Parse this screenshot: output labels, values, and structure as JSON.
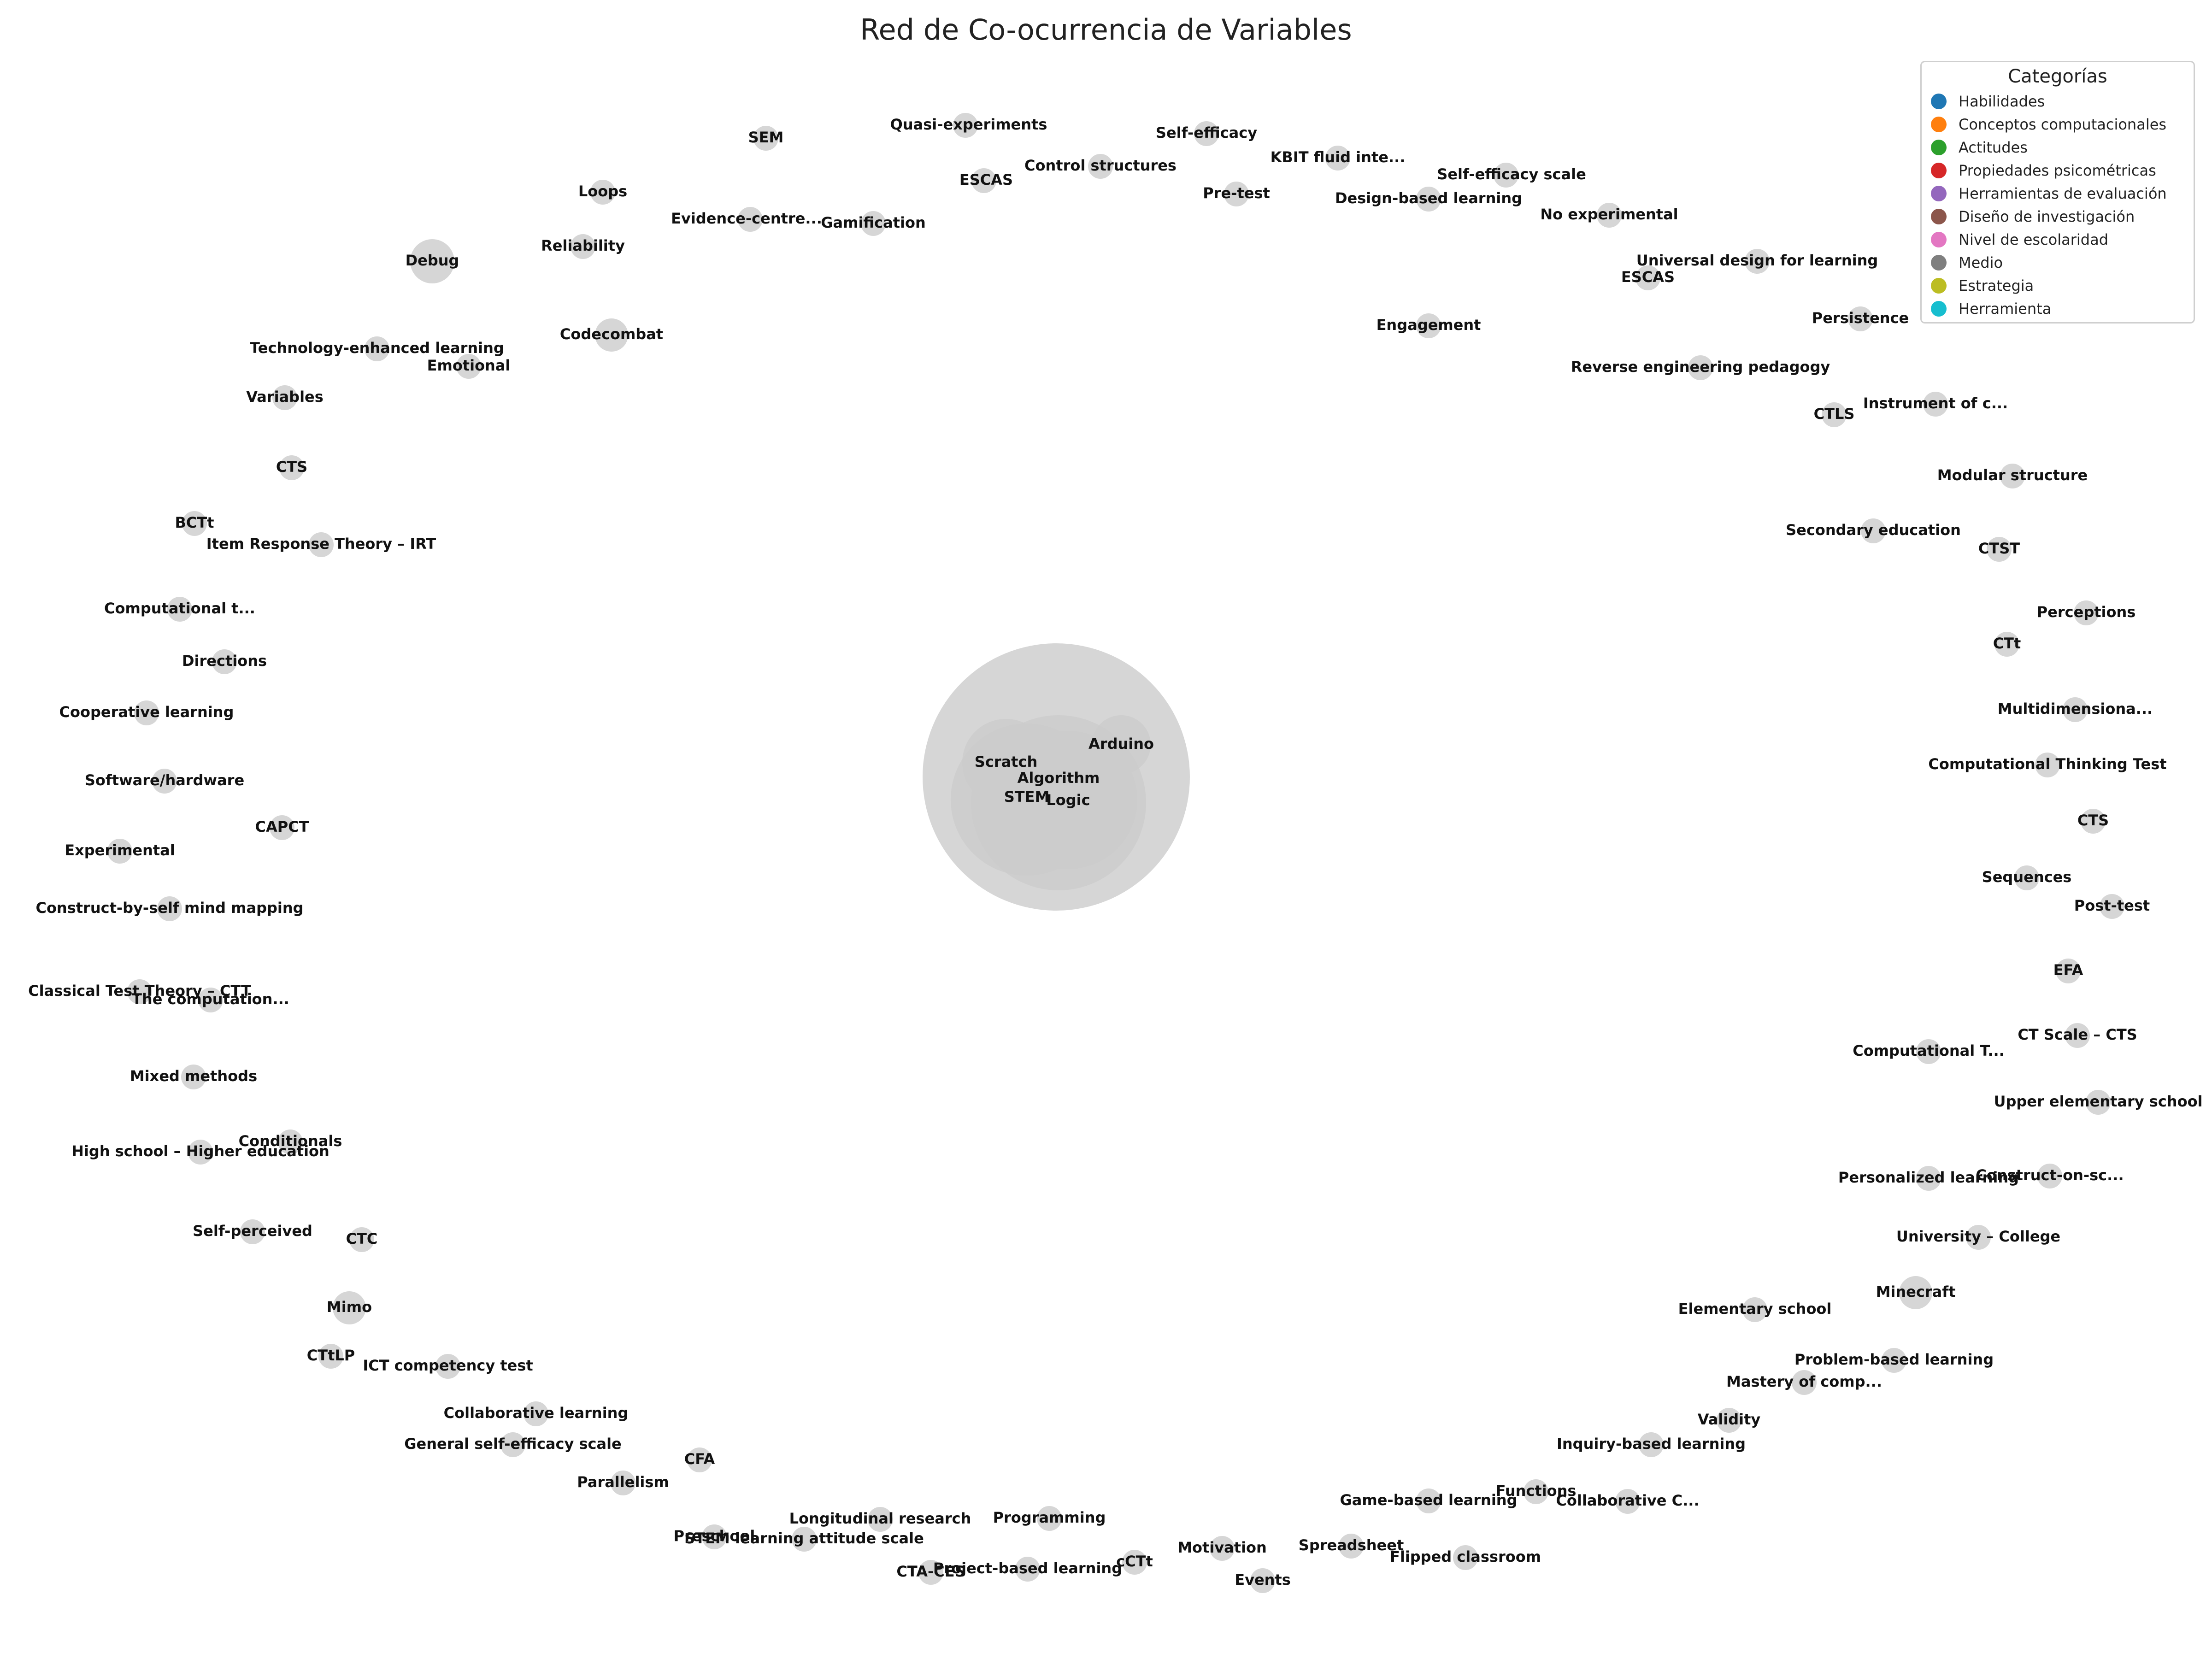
{
  "title": "Red de Co-ocurrencia de Variables",
  "legend": {
    "title": "Categorías",
    "items": [
      {
        "label": "Habilidades",
        "color": "#1f77b4"
      },
      {
        "label": "Conceptos computacionales",
        "color": "#ff7f0e"
      },
      {
        "label": "Actitudes",
        "color": "#2ca02c"
      },
      {
        "label": "Propiedades psicométricas",
        "color": "#d62728"
      },
      {
        "label": "Herramientas de evaluación",
        "color": "#9467bd"
      },
      {
        "label": "Diseño de investigación",
        "color": "#8c564b"
      },
      {
        "label": "Nivel de escolaridad",
        "color": "#e377c2"
      },
      {
        "label": "Medio",
        "color": "#7f7f7f"
      },
      {
        "label": "Estrategia",
        "color": "#bcbd22"
      },
      {
        "label": "Herramienta",
        "color": "#17becf"
      }
    ]
  },
  "node_color": "#cccccc",
  "nodes": [
    {
      "label": "Quasi-experiments",
      "size": 1
    },
    {
      "label": "SEM",
      "size": 1
    },
    {
      "label": "Self-efficacy",
      "size": 1
    },
    {
      "label": "Control structures",
      "size": 1
    },
    {
      "label": "ESCAS",
      "size": 1
    },
    {
      "label": "KBIT fluid inte...",
      "size": 1
    },
    {
      "label": "Self-efficacy scale",
      "size": 1
    },
    {
      "label": "Pre-test",
      "size": 1
    },
    {
      "label": "Design-based learning",
      "size": 1
    },
    {
      "label": "Loops",
      "size": 1
    },
    {
      "label": "Evidence-centre...",
      "size": 1
    },
    {
      "label": "Gamification",
      "size": 1
    },
    {
      "label": "No experimental",
      "size": 1
    },
    {
      "label": "Reliability",
      "size": 1
    },
    {
      "label": "Debug",
      "size": 3
    },
    {
      "label": "Universal design for learning",
      "size": 1
    },
    {
      "label": "ESCAS",
      "size": 1
    },
    {
      "label": "Persistence",
      "size": 1
    },
    {
      "label": "Engagement",
      "size": 1
    },
    {
      "label": "Codecombat",
      "size": 2
    },
    {
      "label": "Technology-enhanced learning",
      "size": 1
    },
    {
      "label": "Emotional",
      "size": 1
    },
    {
      "label": "Reverse engineering pedagogy",
      "size": 1
    },
    {
      "label": "Variables",
      "size": 1
    },
    {
      "label": "Instrument of c...",
      "size": 1
    },
    {
      "label": "CTLS",
      "size": 1
    },
    {
      "label": "CTS",
      "size": 1
    },
    {
      "label": "Modular structure",
      "size": 1
    },
    {
      "label": "BCTt",
      "size": 1
    },
    {
      "label": "Item Response Theory – IRT",
      "size": 1
    },
    {
      "label": "Secondary education",
      "size": 1
    },
    {
      "label": "CTST",
      "size": 1
    },
    {
      "label": "Computational t...",
      "size": 1
    },
    {
      "label": "Perceptions",
      "size": 1
    },
    {
      "label": "CTt",
      "size": 1
    },
    {
      "label": "Directions",
      "size": 1
    },
    {
      "label": "Cooperative learning",
      "size": 1
    },
    {
      "label": "Multidimensiona...",
      "size": 1
    },
    {
      "label": "Computational Thinking Test",
      "size": 1
    },
    {
      "label": "Software/hardware",
      "size": 1
    },
    {
      "label": "CTS",
      "size": 1
    },
    {
      "label": "CAPCT",
      "size": 1
    },
    {
      "label": "Experimental",
      "size": 1
    },
    {
      "label": "Sequences",
      "size": 1
    },
    {
      "label": "Post-test",
      "size": 1
    },
    {
      "label": "Construct-by-self mind mapping",
      "size": 1
    },
    {
      "label": "EFA",
      "size": 1
    },
    {
      "label": "Classical Test Theory – CTT",
      "size": 1
    },
    {
      "label": "The computation...",
      "size": 1
    },
    {
      "label": "CT Scale – CTS",
      "size": 1
    },
    {
      "label": "Computational T...",
      "size": 1
    },
    {
      "label": "Mixed methods",
      "size": 1
    },
    {
      "label": "Upper elementary school",
      "size": 1
    },
    {
      "label": "Conditionals",
      "size": 1
    },
    {
      "label": "High school – Higher education",
      "size": 1
    },
    {
      "label": "Construct-on-sc...",
      "size": 1
    },
    {
      "label": "Personalized learning",
      "size": 1
    },
    {
      "label": "University – College",
      "size": 1
    },
    {
      "label": "Self-perceived",
      "size": 1
    },
    {
      "label": "CTC",
      "size": 1
    },
    {
      "label": "Minecraft",
      "size": 2
    },
    {
      "label": "Mimo",
      "size": 2
    },
    {
      "label": "Elementary school",
      "size": 1
    },
    {
      "label": "CTtLP",
      "size": 1
    },
    {
      "label": "ICT competency test",
      "size": 1
    },
    {
      "label": "Problem-based learning",
      "size": 1
    },
    {
      "label": "Mastery of comp...",
      "size": 1
    },
    {
      "label": "Collaborative learning",
      "size": 1
    },
    {
      "label": "Validity",
      "size": 1
    },
    {
      "label": "General self-efficacy scale",
      "size": 1
    },
    {
      "label": "Inquiry-based learning",
      "size": 1
    },
    {
      "label": "CFA",
      "size": 1
    },
    {
      "label": "Parallelism",
      "size": 1
    },
    {
      "label": "Functions",
      "size": 1
    },
    {
      "label": "Game-based learning",
      "size": 1
    },
    {
      "label": "Collaborative C...",
      "size": 1
    },
    {
      "label": "Longitudinal research",
      "size": 1
    },
    {
      "label": "Programming",
      "size": 1
    },
    {
      "label": "Preschool",
      "size": 1
    },
    {
      "label": "STEM learning attitude scale",
      "size": 1
    },
    {
      "label": "Motivation",
      "size": 1
    },
    {
      "label": "Spreadsheet",
      "size": 1
    },
    {
      "label": "Flipped classroom",
      "size": 1
    },
    {
      "label": "CTA-CES",
      "size": 1
    },
    {
      "label": "Project-based learning",
      "size": 1
    },
    {
      "label": "cCTt",
      "size": 1
    },
    {
      "label": "Events",
      "size": 1
    },
    {
      "label": "Arduino",
      "size": 4
    },
    {
      "label": "Scratch",
      "size": 5
    },
    {
      "label": "Algorithm",
      "size": 8
    },
    {
      "label": "STEM",
      "size": 7
    },
    {
      "label": "Logic",
      "size": 6
    }
  ]
}
